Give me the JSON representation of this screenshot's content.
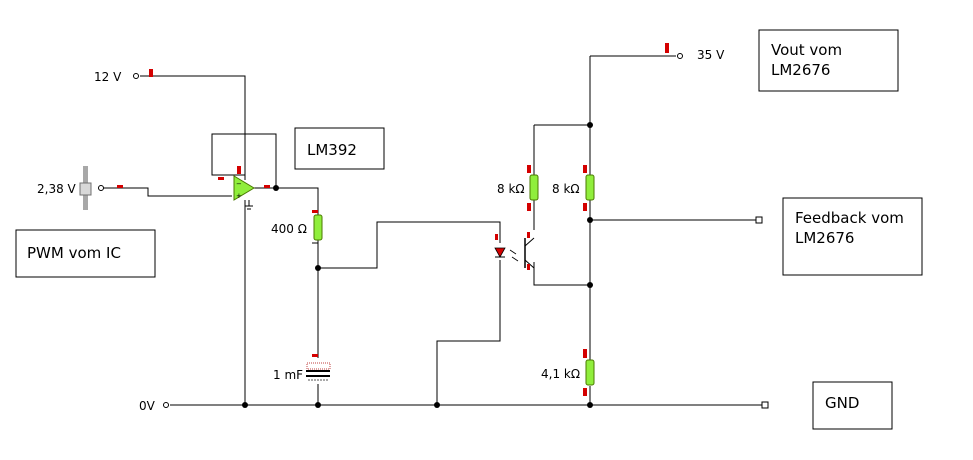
{
  "labels": {
    "v12": "12 V",
    "v35": "35 V",
    "v0": "0V",
    "slider_value": "2,38 V",
    "r400": "400 Ω",
    "cap": "1 mF",
    "r8a": "8 kΩ",
    "r8b": "8 kΩ",
    "r41": "4,1 kΩ"
  },
  "boxes": {
    "lm392": [
      "LM392"
    ],
    "pwm": [
      "PWM vom IC"
    ],
    "vout": [
      "Vout vom",
      "LM2676"
    ],
    "feedback": [
      "Feedback vom",
      "LM2676"
    ],
    "gnd": [
      "GND"
    ]
  },
  "colors": {
    "component_fill": "#90ee3c",
    "component_stroke": "#4a7a00",
    "pin": "#d40000",
    "led": "#d40000",
    "wire": "#000000"
  }
}
